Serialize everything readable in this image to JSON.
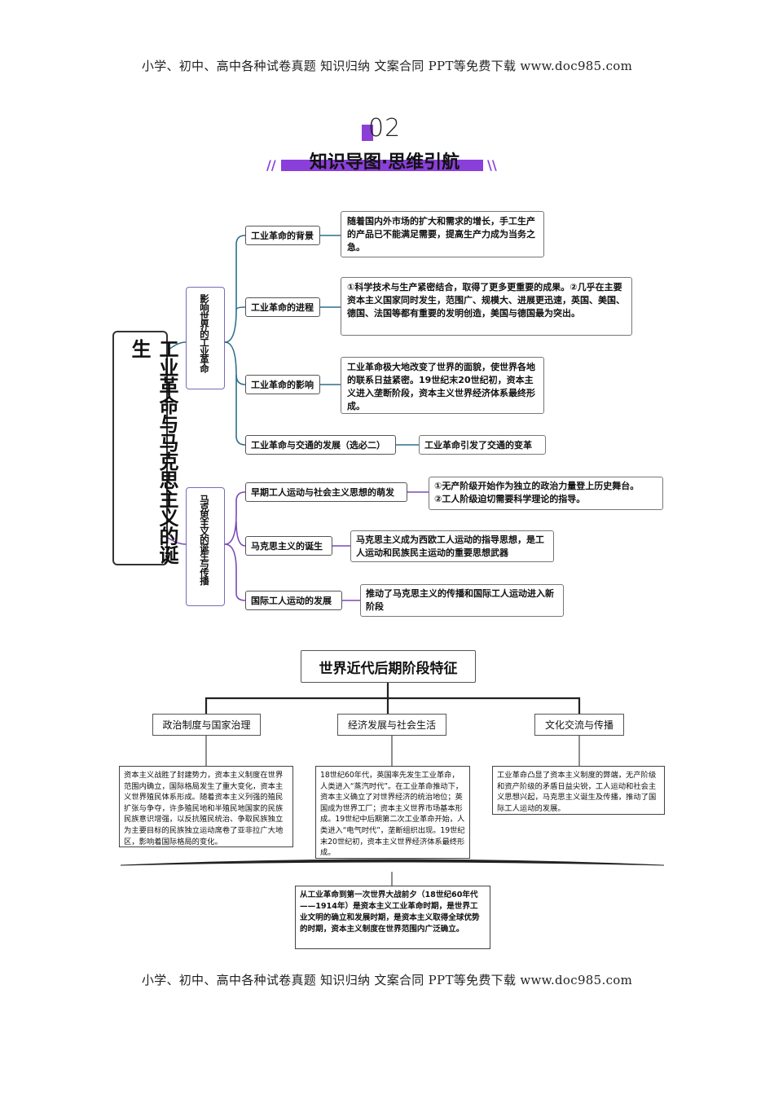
{
  "header": {
    "text": "小学、初中、高中各种试卷真题  知识归纳  文案合同  PPT等免费下载      www.doc985.com"
  },
  "footer": {
    "text": "小学、初中、高中各种试卷真题  知识归纳  文案合同  PPT等免费下载      www.doc985.com"
  },
  "section": {
    "number": "02",
    "title": "知识导图·思维引航"
  },
  "mindmap": {
    "root": "工业革命与马克思主义的诞生",
    "branch1": {
      "title": "影响世界的工业革命",
      "items": [
        {
          "label": "工业革命的背景",
          "text": "随着国内外市场的扩大和需求的增长，手工生产的产品已不能满足需要，提高生产力成为当务之急。"
        },
        {
          "label": "工业革命的进程",
          "text": "①科学技术与生产紧密结合，取得了更多更重要的成果。②几乎在主要资本主义国家同时发生，范围广、规模大、进展更迅速，英国、美国、德国、法国等都有重要的发明创造，美国与德国最为突出。"
        },
        {
          "label": "工业革命的影响",
          "text": "工业革命极大地改变了世界的面貌，使世界各地的联系日益紧密。19世纪末20世纪初，资本主义进入垄断阶段，资本主义世界经济体系最终形成。"
        },
        {
          "label": "工业革命与交通的发展（选必二）",
          "text": "工业革命引发了交通的变革"
        }
      ]
    },
    "branch2": {
      "title": "马克思主义的诞生与传播",
      "items": [
        {
          "label": "早期工人运动与社会主义思想的萌发",
          "text1": "①无产阶级开始作为独立的政治力量登上历史舞台。",
          "text2": "②工人阶级迫切需要科学理论的指导。"
        },
        {
          "label": "马克思主义的诞生",
          "text": "马克思主义成为西欧工人运动的指导思想，是工人运动和民族民主运动的重要思想武器"
        },
        {
          "label": "国际工人运动的发展",
          "text": "推动了马克思主义的传播和国际工人运动进入新阶段"
        }
      ]
    }
  },
  "features": {
    "title": "世界近代后期阶段特征",
    "categories": [
      {
        "label": "政治制度与国家治理",
        "text": "资本主义战胜了封建势力，资本主义制度在世界范围内确立，国际格局发生了重大变化，资本主义世界殖民体系形成。随着资本主义列强的殖民扩张与争夺，许多殖民地和半殖民地国家的民族民族意识增强，以反抗殖民统治、争取民族独立为主要目标的民族独立运动席卷了亚非拉广大地区，影响着国际格局的变化。"
      },
      {
        "label": "经济发展与社会生活",
        "text": "18世纪60年代，英国率先发生工业革命，人类进入“蒸汽时代”。在工业革命推动下，资本主义确立了对世界经济的统治地位；英国成为世界工厂；资本主义世界市场基本形成。19世纪中后期第二次工业革命开始，人类进入“电气时代”，垄断组织出现。19世纪末20世纪初，资本主义世界经济体系最终形成。"
      },
      {
        "label": "文化交流与传播",
        "text": "工业革命凸显了资本主义制度的弊端，无产阶级和资产阶级的矛盾日益尖锐，工人运动和社会主义思想兴起，马克思主义诞生及传播，推动了国际工人运动的发展。"
      }
    ],
    "summary": "从工业革命到第一次世界大战前夕（18世纪60年代——1914年）是资本主义工业革命时期，是世界工业文明的确立和发展时期，是资本主义取得全球优势的时期，资本主义制度在世界范围内广泛确立。"
  },
  "colors": {
    "accent": "#8b3fd9",
    "line_teal": "#2f6f8a",
    "line_purple": "#7a4ab8"
  }
}
